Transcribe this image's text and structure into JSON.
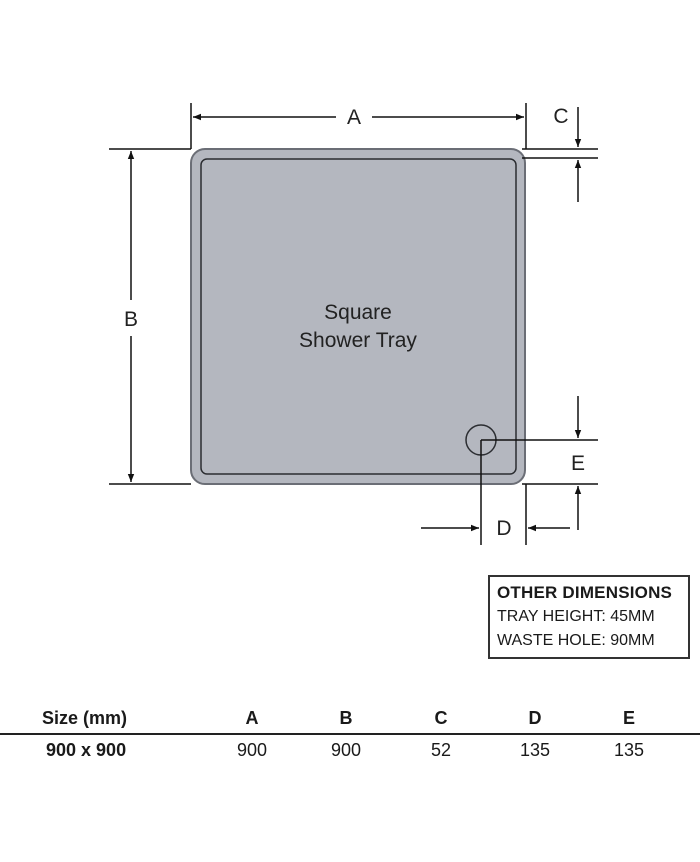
{
  "diagram": {
    "tray_label_line1": "Square",
    "tray_label_line2": "Shower Tray",
    "labels": {
      "a": "A",
      "b": "B",
      "c": "C",
      "d": "D",
      "e": "E"
    },
    "colors": {
      "tray_fill": "#b4b7bf",
      "tray_stroke": "#6b6e76",
      "line": "#111111"
    }
  },
  "other_dimensions": {
    "title": "OTHER DIMENSIONS",
    "tray_height": "TRAY HEIGHT: 45MM",
    "waste_hole": "WASTE HOLE: 90MM"
  },
  "size_table": {
    "headers": [
      "Size (mm)",
      "A",
      "B",
      "C",
      "D",
      "E"
    ],
    "rows": [
      [
        "900 x 900",
        "900",
        "900",
        "52",
        "135",
        "135"
      ]
    ]
  }
}
